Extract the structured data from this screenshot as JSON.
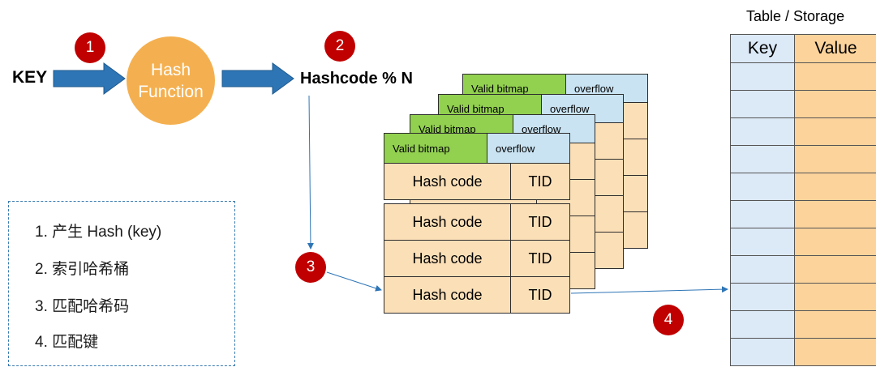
{
  "steps": [
    "1",
    "2",
    "3",
    "4"
  ],
  "key_label": "KEY",
  "hash_function": {
    "line1": "Hash",
    "line2": "Function"
  },
  "hashcode_label": "Hashcode % N",
  "bucket": {
    "header_left": "Valid bitmap",
    "header_right": "overflow",
    "rows": [
      {
        "hash": "Hash code",
        "tid": "TID"
      },
      {
        "hash": "Hash code",
        "tid": "TID"
      },
      {
        "hash": "Hash code",
        "tid": "TID"
      },
      {
        "hash": "Hash code",
        "tid": "TID"
      }
    ]
  },
  "storage": {
    "title": "Table / Storage",
    "col_key": "Key",
    "col_value": "Value"
  },
  "legend": {
    "items": [
      "1.  产生 Hash (key)",
      "2.  索引哈希桶",
      "3.  匹配哈希码",
      "4.  匹配键"
    ]
  },
  "colors": {
    "step_circle": "#c00000",
    "hash_function": "#f4b050",
    "arrow": "#2e75b6",
    "valid_bitmap": "#92d050",
    "overflow": "#c9e3f2",
    "bucket_row": "#fbdfb7",
    "key_col": "#dce9f7",
    "value_col": "#fbd39b"
  }
}
